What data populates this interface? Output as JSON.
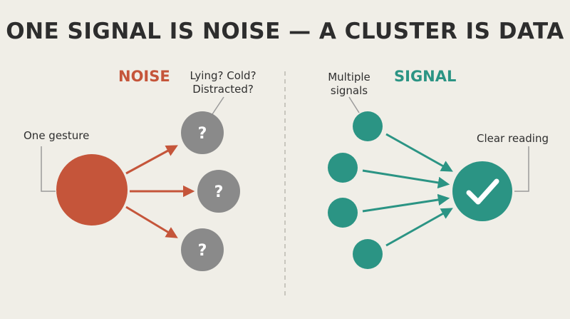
{
  "title": "ONE SIGNAL IS NOISE — A CLUSTER IS DATA",
  "left": {
    "heading": "NOISE",
    "gesture_label": "One gesture",
    "question_label_line1": "Lying? Cold?",
    "question_label_line2": "Distracted?",
    "question_glyph": "?",
    "question_count": 3
  },
  "right": {
    "heading": "SIGNAL",
    "signals_label_line1": "Multiple",
    "signals_label_line2": "signals",
    "result_label": "Clear reading",
    "signal_count": 4,
    "result_icon": "check-icon"
  },
  "colors": {
    "background": "#f0eee7",
    "noise": "#c5553a",
    "signal": "#2b9484",
    "question": "#8a8a8a",
    "text": "#2d2d2d",
    "callout_line": "#9a9a9a",
    "divider": "#c8c6be"
  }
}
